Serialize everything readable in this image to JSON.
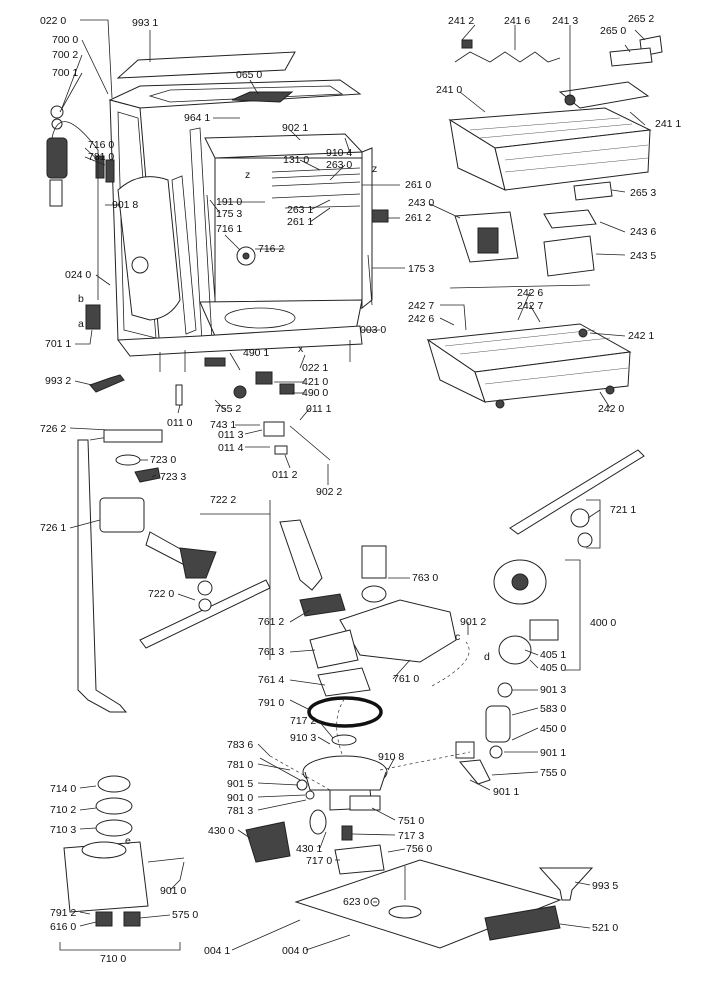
{
  "labels": {
    "c0220": "022 0",
    "c9931": "993 1",
    "c7000": "700 0",
    "c7002": "700 2",
    "c7001": "700 1",
    "c0650": "065 0",
    "c9641": "964 1",
    "c9021": "902 1",
    "c9104": "910 4",
    "c1310": "131 0",
    "c2630": "263 0",
    "c7160": "716 0",
    "c7810": "781 0",
    "c9018": "901 8",
    "c1910": "191 0",
    "c1753a": "175 3",
    "c7161": "716 1",
    "c7162": "716 2",
    "c2631": "263 1",
    "c2611": "261 1",
    "c2610": "261 0",
    "c2612": "261 2",
    "c1753b": "175 3",
    "c0240": "024 0",
    "c0030": "003 0",
    "c7011": "701 1",
    "c4901": "490 1",
    "c0221": "022 1",
    "c4210": "421 0",
    "c4900": "490 0",
    "c9932": "993 2",
    "c7552": "755 2",
    "c7431": "743 1",
    "c0110": "011 0",
    "c0111": "011 1",
    "c0113": "011 3",
    "c0114": "011 4",
    "c0112": "011 2",
    "c9022": "902 2",
    "c2412": "241 2",
    "c2416": "241 6",
    "c2413": "241 3",
    "c2652": "265 2",
    "c2650": "265 0",
    "c2410": "241 0",
    "c2411": "241 1",
    "c2653": "265 3",
    "c2430": "243 0",
    "c2436": "243 6",
    "c2435": "243 5",
    "c2427a": "242 7",
    "c2426a": "242 6",
    "c2426b": "242 6",
    "c2427b": "242 7",
    "c2421": "242 1",
    "c2420": "242 0",
    "c7262": "726 2",
    "c7230": "723 0",
    "c7233": "723 3",
    "c7222": "722 2",
    "c7261": "726 1",
    "c7220": "722 0",
    "c7211": "721 1",
    "c7630": "763 0",
    "c7612": "761 2",
    "c7613": "761 3",
    "c7614": "761 4",
    "c7610": "761 0",
    "c7910": "791 0",
    "c9012a": "901 2",
    "c4000": "400 0",
    "c4051": "405 1",
    "c4050": "405 0",
    "c9013": "901 3",
    "c5830": "583 0",
    "c7172": "717 2",
    "c4500": "450 0",
    "c7836": "783 6",
    "c9103": "910 3",
    "c9108": "910 8",
    "c9011a": "901 1",
    "c7810b": "781 0",
    "c7550": "755 0",
    "c9015": "901 5",
    "c9010a": "901 0",
    "c7813": "781 3",
    "c9011b": "901 1",
    "c7140": "714 0",
    "c7102": "710 2",
    "c7103": "710 3",
    "c7510": "751 0",
    "c4300": "430 0",
    "c7173": "717 3",
    "c4301": "430 1",
    "c7560": "756 0",
    "c7170": "717 0",
    "c9010b": "901 0",
    "c9935": "993 5",
    "c7912": "791 2",
    "c5750": "575 0",
    "c6230": "623 0",
    "c6160": "616 0",
    "c5210": "521 0",
    "c7100": "710 0",
    "c0041": "004 1",
    "c0040": "004 0",
    "la": "a",
    "lb": "b",
    "lz1": "z",
    "lz2": "z",
    "lc": "c",
    "ld": "d",
    "le": "e",
    "lx": "x"
  }
}
